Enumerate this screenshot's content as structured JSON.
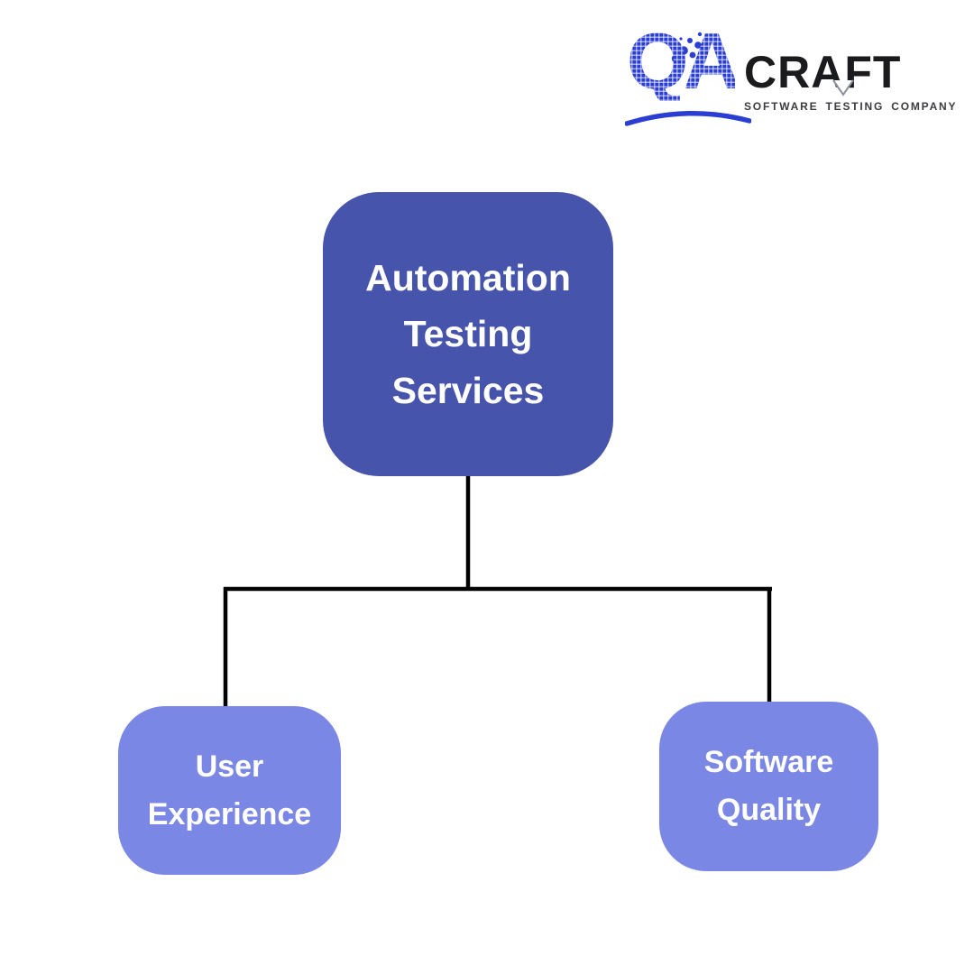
{
  "logo": {
    "qa_text": "QA",
    "brand_text": "CRAFT",
    "tagline": "SOFTWARE TESTING COMPANY",
    "qa_color": "#2b3ed3",
    "brand_color": "#1b1b1d",
    "tagline_color": "#3c3c40"
  },
  "diagram": {
    "connector_color": "#000000",
    "root": {
      "label": "Automation Testing Services",
      "lines": [
        "Automation",
        "Testing",
        "Services"
      ],
      "bg_color": "#4754ab",
      "text_color": "#ffffff"
    },
    "children": [
      {
        "label": "User Experience",
        "lines": [
          "User",
          "Experience"
        ],
        "bg_color": "#7b87e5",
        "text_color": "#ffffff"
      },
      {
        "label": "Software Quality",
        "lines": [
          "Software",
          "Quality"
        ],
        "bg_color": "#7b87e5",
        "text_color": "#ffffff"
      }
    ]
  },
  "canvas": {
    "background": "#ffffff"
  }
}
